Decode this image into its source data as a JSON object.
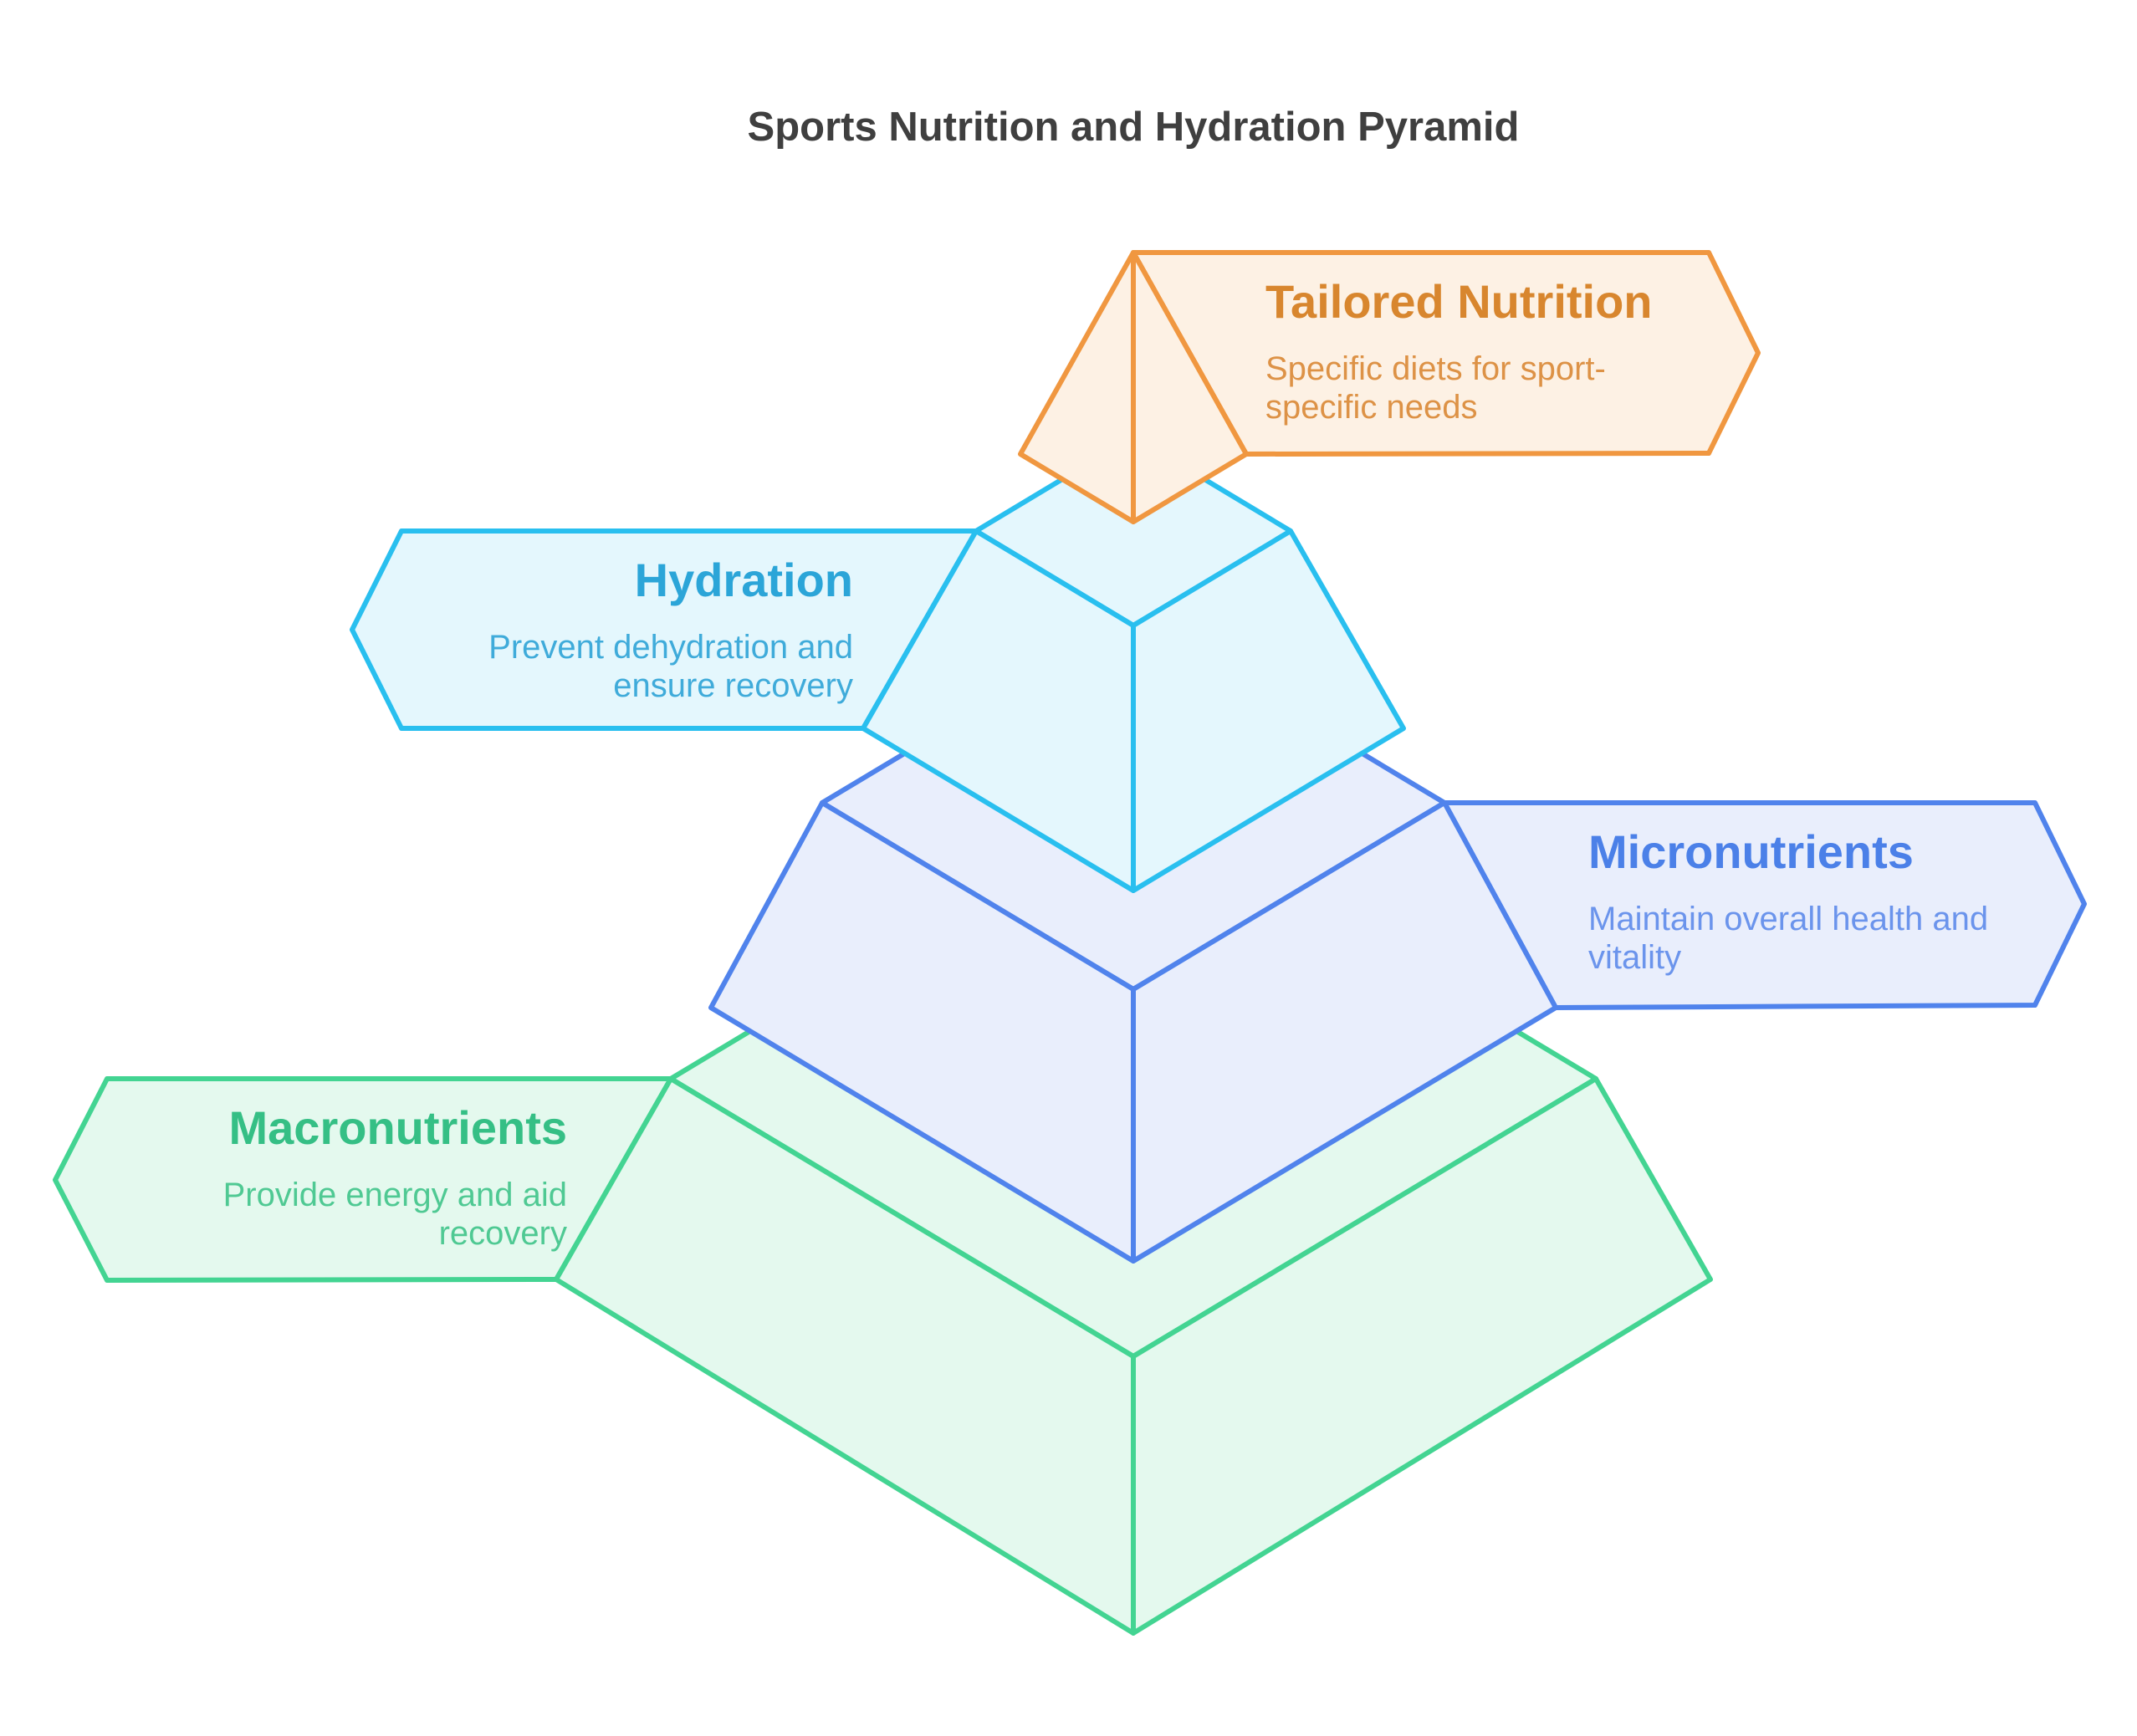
{
  "title": "Sports Nutrition and Hydration Pyramid",
  "title_color": "#3F3F3F",
  "background_color": "#FFFFFF",
  "pyramid": {
    "type": "3d-pyramid-diagram",
    "level_count": 4,
    "levels": [
      {
        "rank": 1,
        "id": "tailored-nutrition",
        "label": "Tailored Nutrition",
        "description": "Specific diets for sport-specific needs",
        "description_lines": [
          "Specific diets for sport-",
          "specific needs"
        ],
        "banner_side": "right",
        "colors": {
          "stroke": "#F09740",
          "fill": "#FDF1E4",
          "title_text": "#D8862E",
          "description_text": "#DD9246"
        }
      },
      {
        "rank": 2,
        "id": "hydration",
        "label": "Hydration",
        "description": "Prevent dehydration and ensure recovery",
        "description_lines": [
          "Prevent dehydration and",
          "ensure recovery"
        ],
        "banner_side": "left",
        "colors": {
          "stroke": "#29BFEF",
          "fill": "#E4F7FD",
          "title_text": "#2BA5D8",
          "description_text": "#3FABDA"
        }
      },
      {
        "rank": 3,
        "id": "micronutrients",
        "label": "Micronutrients",
        "description": "Maintain overall health and vitality",
        "description_lines": [
          "Maintain overall health and",
          "vitality"
        ],
        "banner_side": "right",
        "colors": {
          "stroke": "#5083EC",
          "fill": "#E9EEFC",
          "title_text": "#4B80E8",
          "description_text": "#6B94EC"
        }
      },
      {
        "rank": 4,
        "id": "macronutrients",
        "label": "Macronutrients",
        "description": "Provide energy and aid recovery",
        "description_lines": [
          "Provide energy and aid",
          "recovery"
        ],
        "banner_side": "left",
        "colors": {
          "stroke": "#43D492",
          "fill": "#E4F9EE",
          "title_text": "#35BF85",
          "description_text": "#4FC993"
        }
      }
    ]
  }
}
